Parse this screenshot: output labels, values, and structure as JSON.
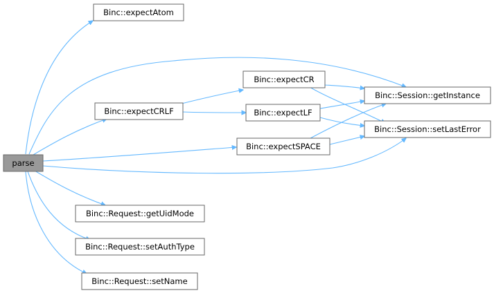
{
  "graph": {
    "colors": {
      "edge": "#63b8ff",
      "node_fill": "#ffffff",
      "root_fill": "#999999",
      "node_border": "#666666"
    },
    "nodes": {
      "parse": "parse",
      "expectAtom": "Binc::expectAtom",
      "expectCRLF": "Binc::expectCRLF",
      "expectCR": "Binc::expectCR",
      "expectLF": "Binc::expectLF",
      "expectSPACE": "Binc::expectSPACE",
      "getInstance": "Binc::Session::getInstance",
      "setLastError": "Binc::Session::setLastError",
      "getUidMode": "Binc::Request::getUidMode",
      "setAuthType": "Binc::Request::setAuthType",
      "setName": "Binc::Request::setName"
    },
    "edges": [
      [
        "parse",
        "expectAtom"
      ],
      [
        "parse",
        "getInstance"
      ],
      [
        "parse",
        "expectCRLF"
      ],
      [
        "parse",
        "expectSPACE"
      ],
      [
        "parse",
        "setLastError"
      ],
      [
        "parse",
        "getUidMode"
      ],
      [
        "parse",
        "setAuthType"
      ],
      [
        "parse",
        "setName"
      ],
      [
        "expectCRLF",
        "expectCR"
      ],
      [
        "expectCRLF",
        "expectLF"
      ],
      [
        "expectCR",
        "getInstance"
      ],
      [
        "expectCR",
        "setLastError"
      ],
      [
        "expectLF",
        "getInstance"
      ],
      [
        "expectLF",
        "setLastError"
      ],
      [
        "expectSPACE",
        "getInstance"
      ],
      [
        "expectSPACE",
        "setLastError"
      ]
    ]
  }
}
